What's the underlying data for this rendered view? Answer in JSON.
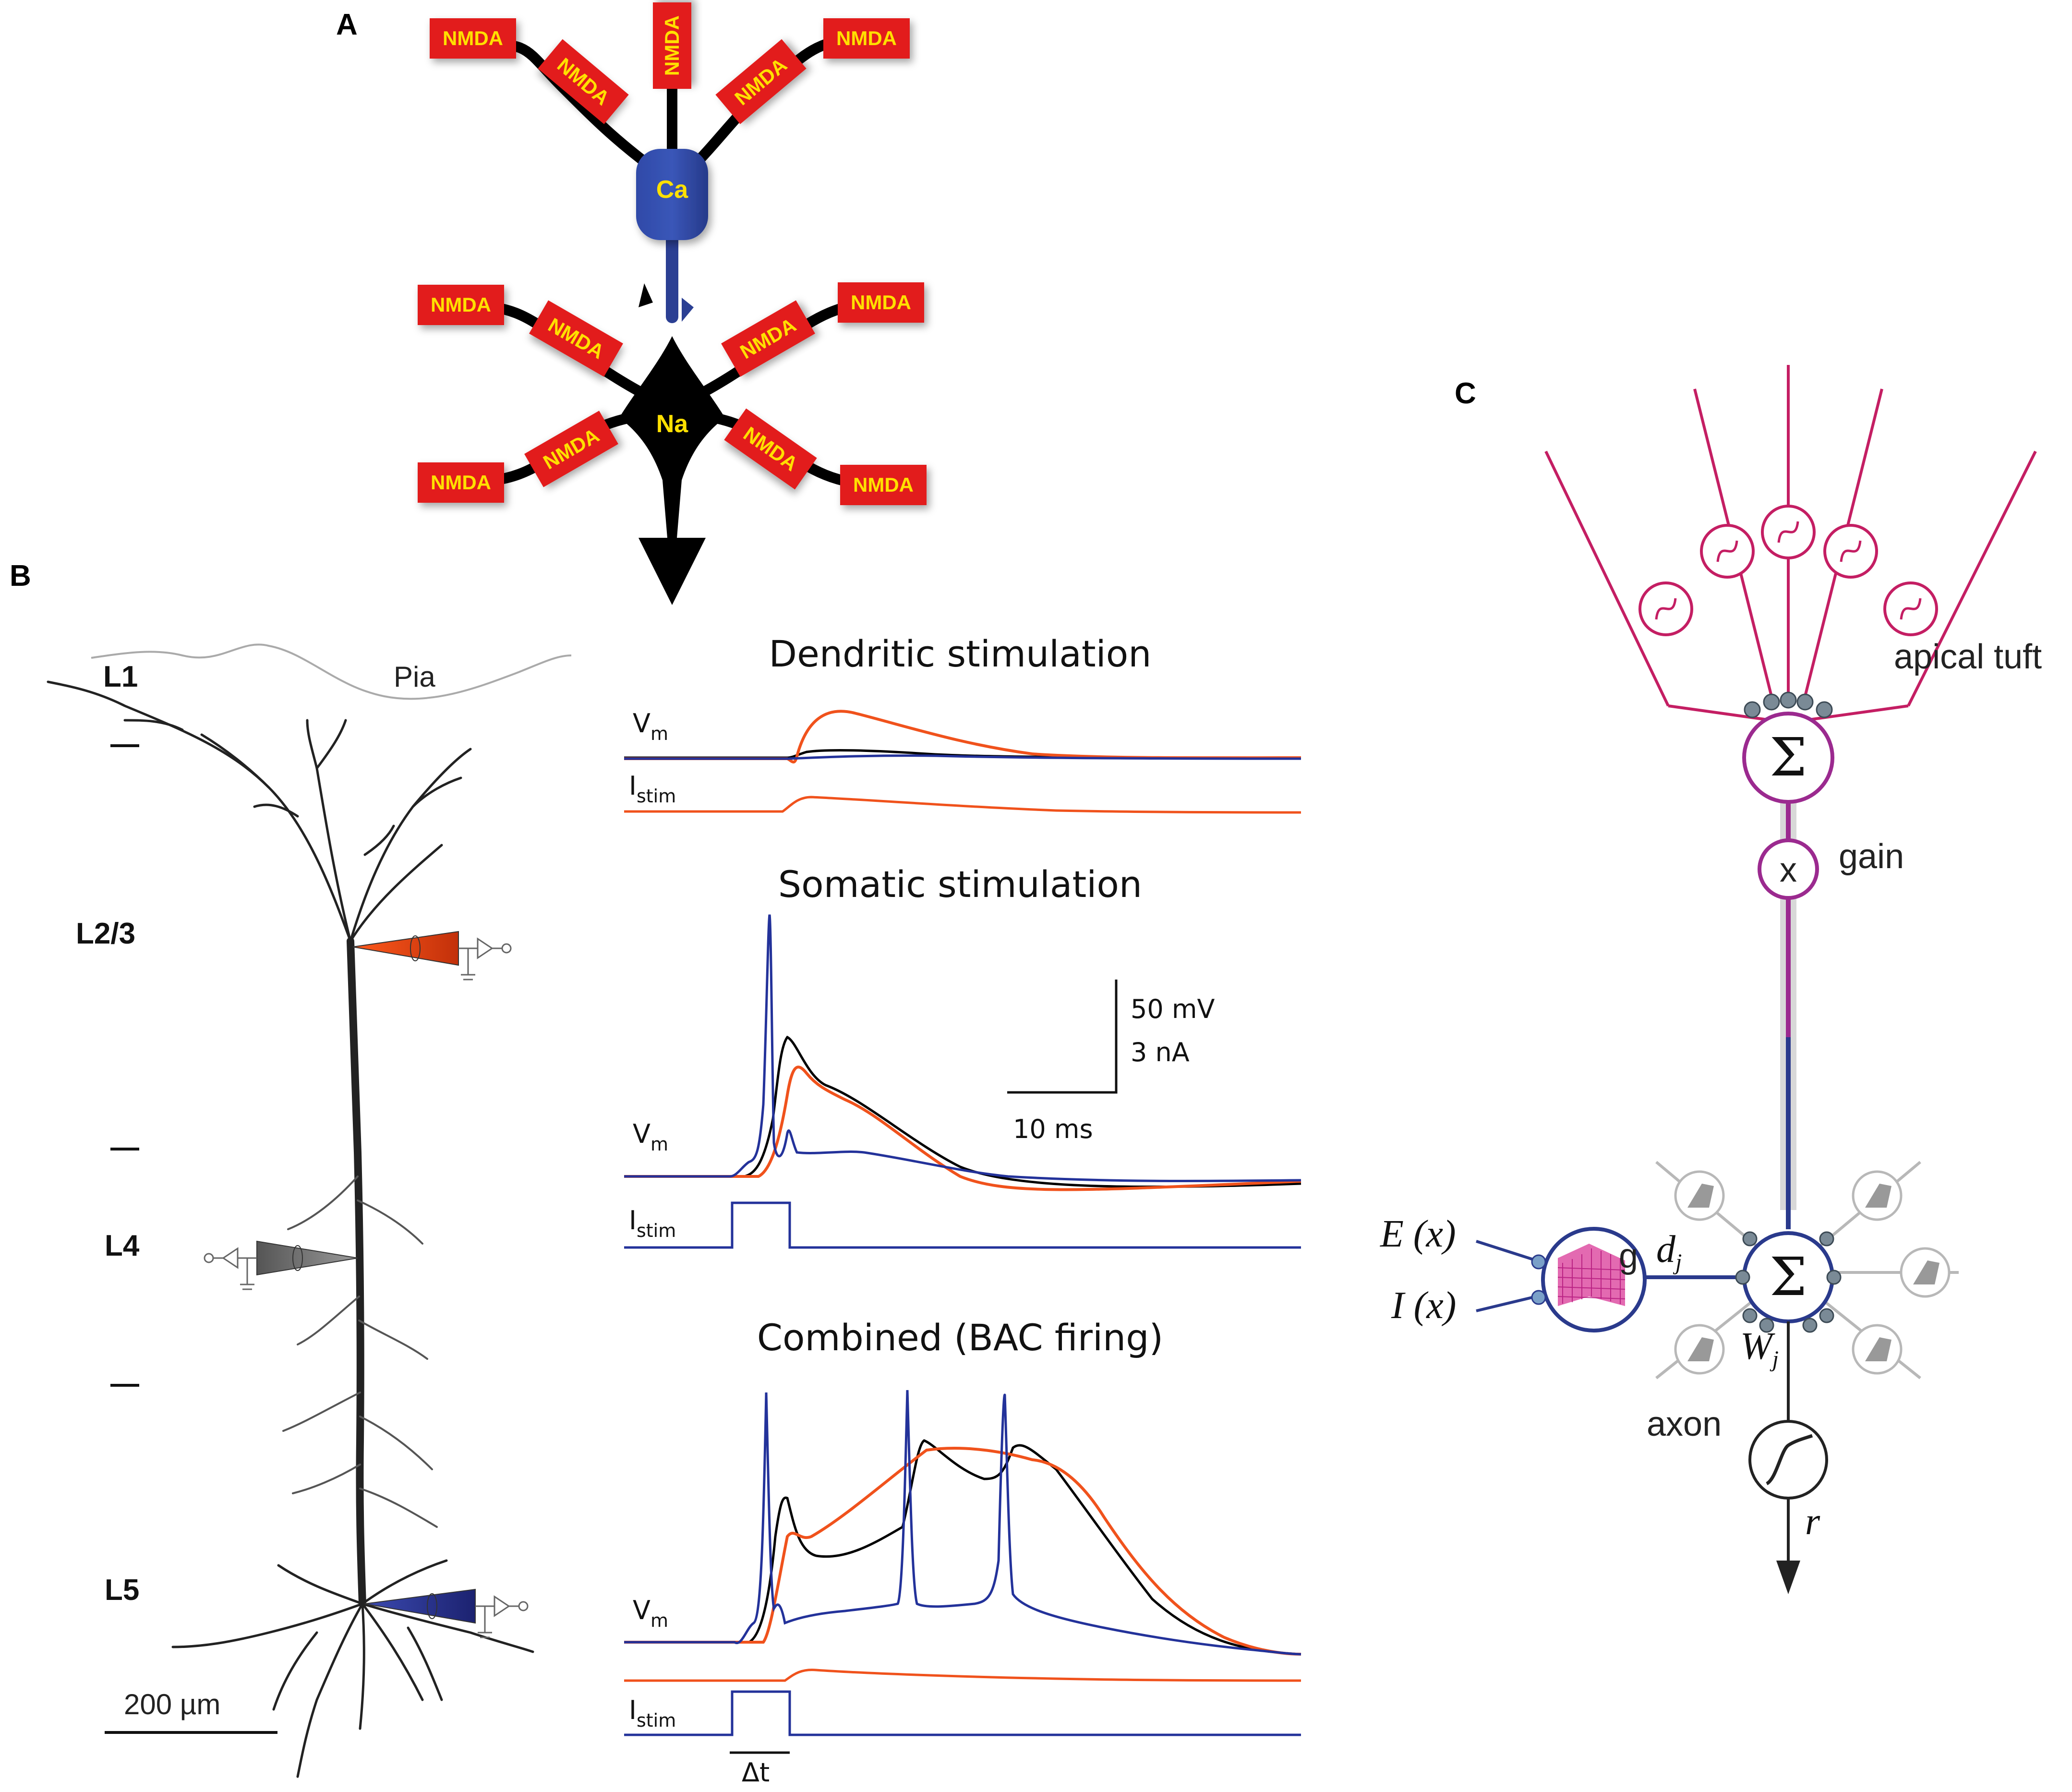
{
  "panels": {
    "a": "A",
    "b": "B",
    "c": "C"
  },
  "panel_a": {
    "receptor_label": "NMDA",
    "apical_channel": "Ca",
    "somatic_channel": "Na"
  },
  "panel_b": {
    "layers": [
      "L1",
      "L2/3",
      "L4",
      "L5"
    ],
    "pia_label": "Pia",
    "scale_bar": "200 µm",
    "traces": [
      {
        "title": "Dendritic stimulation"
      },
      {
        "title": "Somatic stimulation"
      },
      {
        "title": "Combined (BAC firing)"
      }
    ],
    "vm_label": "V",
    "vm_sub": "m",
    "istim_label": "I",
    "istim_sub": "stim",
    "scale_voltage": "50  mV",
    "scale_current": "3 nA",
    "scale_time": "10 ms",
    "delta_t": "Δt"
  },
  "panel_c": {
    "apical_tuft": "apical tuft",
    "gain": "gain",
    "gain_op": "x",
    "axon": "axon",
    "sum_symbol": "Σ",
    "inputs": [
      "E (x)",
      "I (x)"
    ],
    "g_label": "g",
    "d_label": "d",
    "d_sub": "j",
    "w_label": "W",
    "w_sub": "j",
    "r_label": "r"
  },
  "colors": {
    "nmda_red": "#e21f1b",
    "nmda_text": "#ffe000",
    "ca_blue": "#2b3f93",
    "trace_red": "#f0521c",
    "trace_blue": "#23329a",
    "tuft_pink": "#c41e63",
    "gain_purple": "#9b2a8f",
    "soma_navy": "#2a3a8c"
  }
}
